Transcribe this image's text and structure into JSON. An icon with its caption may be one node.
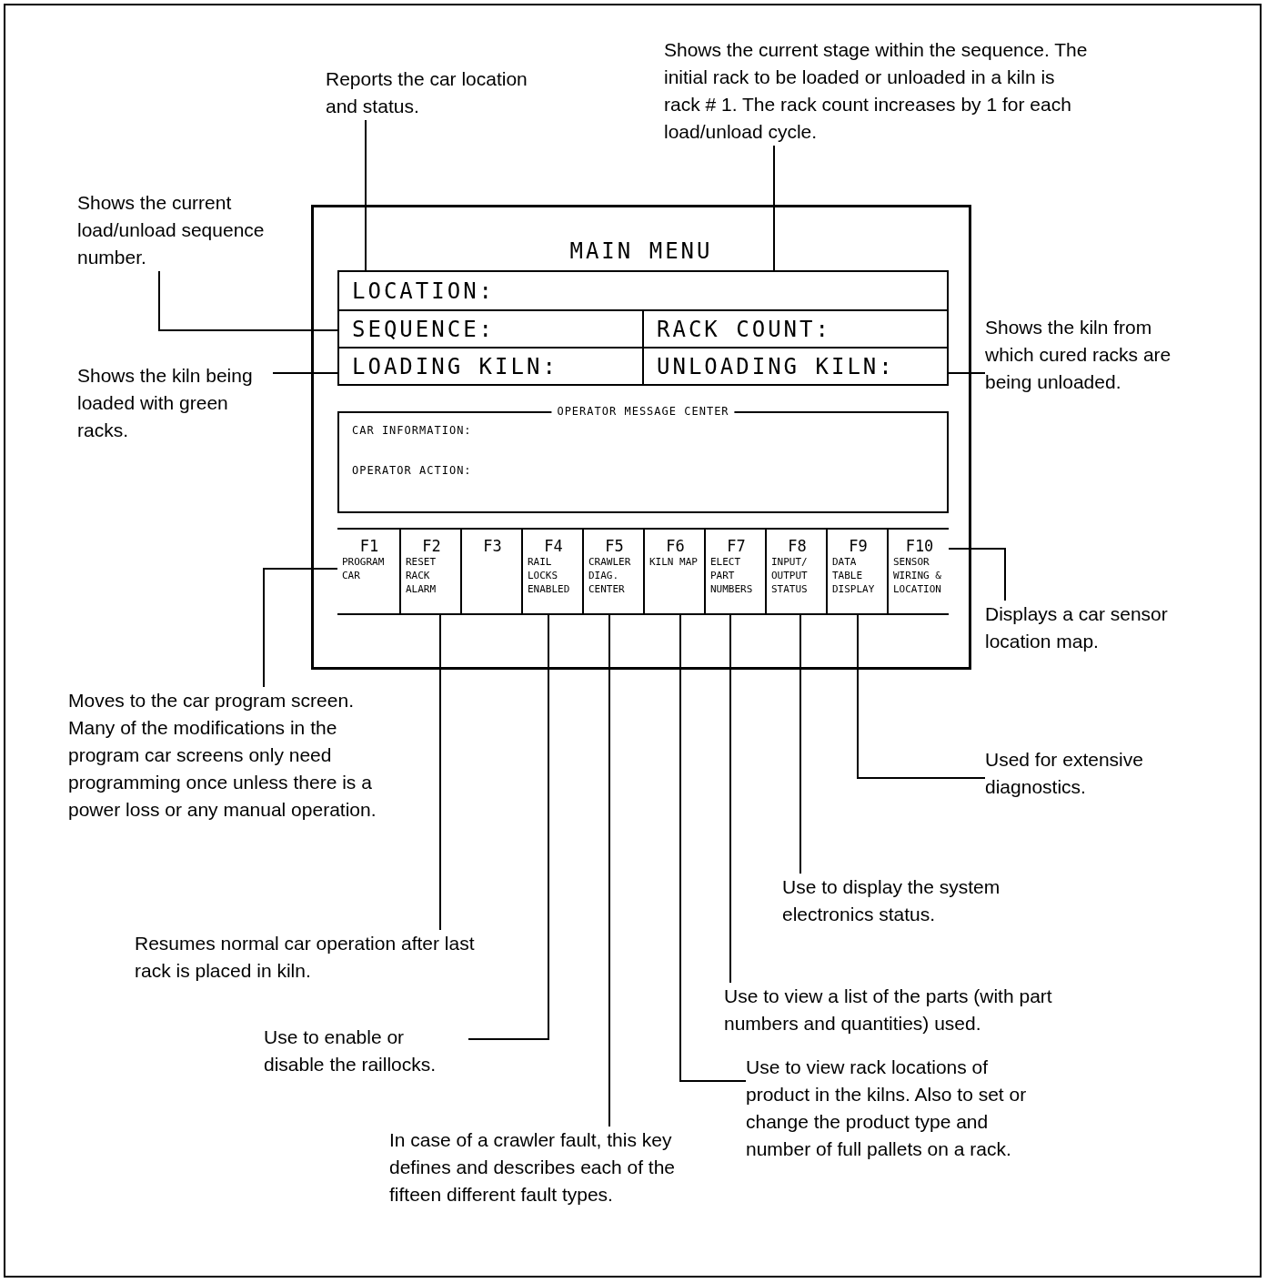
{
  "diagram": {
    "nodes": [
      {
        "text": [
          "MAIN MENU"
        ]
      },
      {
        "text": [
          "LOCATION:"
        ],
        "in": 0
      },
      {
        "text": [
          "SEQUENCE:"
        ],
        "in": 0
      },
      {
        "text": [
          "RACK COUNT:"
        ],
        "in": 0
      },
      {
        "text": [
          "LOADING KILN:"
        ],
        "in": 0
      },
      {
        "text": [
          "UNLOADING KILN:"
        ],
        "in": 0
      },
      {
        "text": [
          "OPERATOR MESSAGE CENTER",
          "CAR INFORMATION:",
          "OPERATOR ACTION:"
        ],
        "in": 0
      },
      {
        "text": [
          "F1",
          "PROGRAM CAR"
        ],
        "in": 0
      },
      {
        "text": [
          "F2",
          "RESET RACK ALARM"
        ],
        "in": 0
      },
      {
        "text": [
          "F3"
        ],
        "in": 0
      },
      {
        "text": [
          "F4",
          "RAIL LOCKS ENABLED"
        ],
        "in": 0
      },
      {
        "text": [
          "F5",
          "CRAWLER DIAG. CENTER"
        ],
        "in": 0
      },
      {
        "text": [
          "F6",
          "KILN MAP"
        ],
        "in": 0
      },
      {
        "text": [
          "F7",
          "ELECT PART NUMBERS"
        ],
        "in": 0
      },
      {
        "text": [
          "F8",
          "INPUT/ OUTPUT STATUS"
        ],
        "in": 0
      },
      {
        "text": [
          "F9",
          "DATA TABLE DISPLAY"
        ],
        "in": 0
      },
      {
        "text": [
          "F10",
          "SENSOR WIRING & LOCATION"
        ],
        "in": 0
      },
      {
        "text": [
          "Reports the car location and status."
        ]
      },
      {
        "text": [
          "Shows the current stage within the sequence. The initial rack to be loaded or unloaded in a kiln is rack # 1. The rack count increases by 1 for each load/unload cycle."
        ]
      },
      {
        "text": [
          "Shows the current load/unload sequence number."
        ]
      },
      {
        "text": [
          "Shows the kiln being loaded with green racks."
        ]
      },
      {
        "text": [
          "Shows the kiln from which cured racks are being unloaded."
        ]
      },
      {
        "text": [
          "Displays a car sensor location map."
        ]
      },
      {
        "text": [
          "Moves to the car program screen. Many of the modifications in the program car screens only need programming once unless there is a power loss or any manual operation."
        ]
      },
      {
        "text": [
          "Used for extensive diagnostics."
        ]
      },
      {
        "text": [
          "Use to display the system electronics status."
        ]
      },
      {
        "text": [
          "Resumes normal car operation after last rack is placed in kiln."
        ]
      },
      {
        "text": [
          "Use to view a list of the parts (with part numbers and quantities) used."
        ]
      },
      {
        "text": [
          "Use to enable or disable the raillocks."
        ]
      },
      {
        "text": [
          "Use to view rack locations of product in the kilns. Also to set or change the product type and number of full pallets on a rack."
        ]
      },
      {
        "text": [
          "In case of a crawler fault, this key defines and describes each of the fifteen different fault types."
        ]
      }
    ],
    "edges": [
      {
        "from": 17,
        "to": 1,
        "arrow": "none"
      },
      {
        "from": 18,
        "to": 3,
        "arrow": "none"
      },
      {
        "from": 19,
        "to": 2,
        "arrow": "none"
      },
      {
        "from": 20,
        "to": 4,
        "arrow": "none"
      },
      {
        "from": 21,
        "to": 5,
        "arrow": "none"
      },
      {
        "from": 22,
        "to": 16,
        "arrow": "none"
      },
      {
        "from": 23,
        "to": 7,
        "arrow": "none"
      },
      {
        "from": 24,
        "to": 15,
        "arrow": "none"
      },
      {
        "from": 25,
        "to": 14,
        "arrow": "none"
      },
      {
        "from": 26,
        "to": 8,
        "arrow": "none"
      },
      {
        "from": 27,
        "to": 13,
        "arrow": "none"
      },
      {
        "from": 28,
        "to": 10,
        "arrow": "none"
      },
      {
        "from": 29,
        "to": 12,
        "arrow": "none"
      },
      {
        "from": 30,
        "to": 11,
        "arrow": "none"
      }
    ]
  }
}
